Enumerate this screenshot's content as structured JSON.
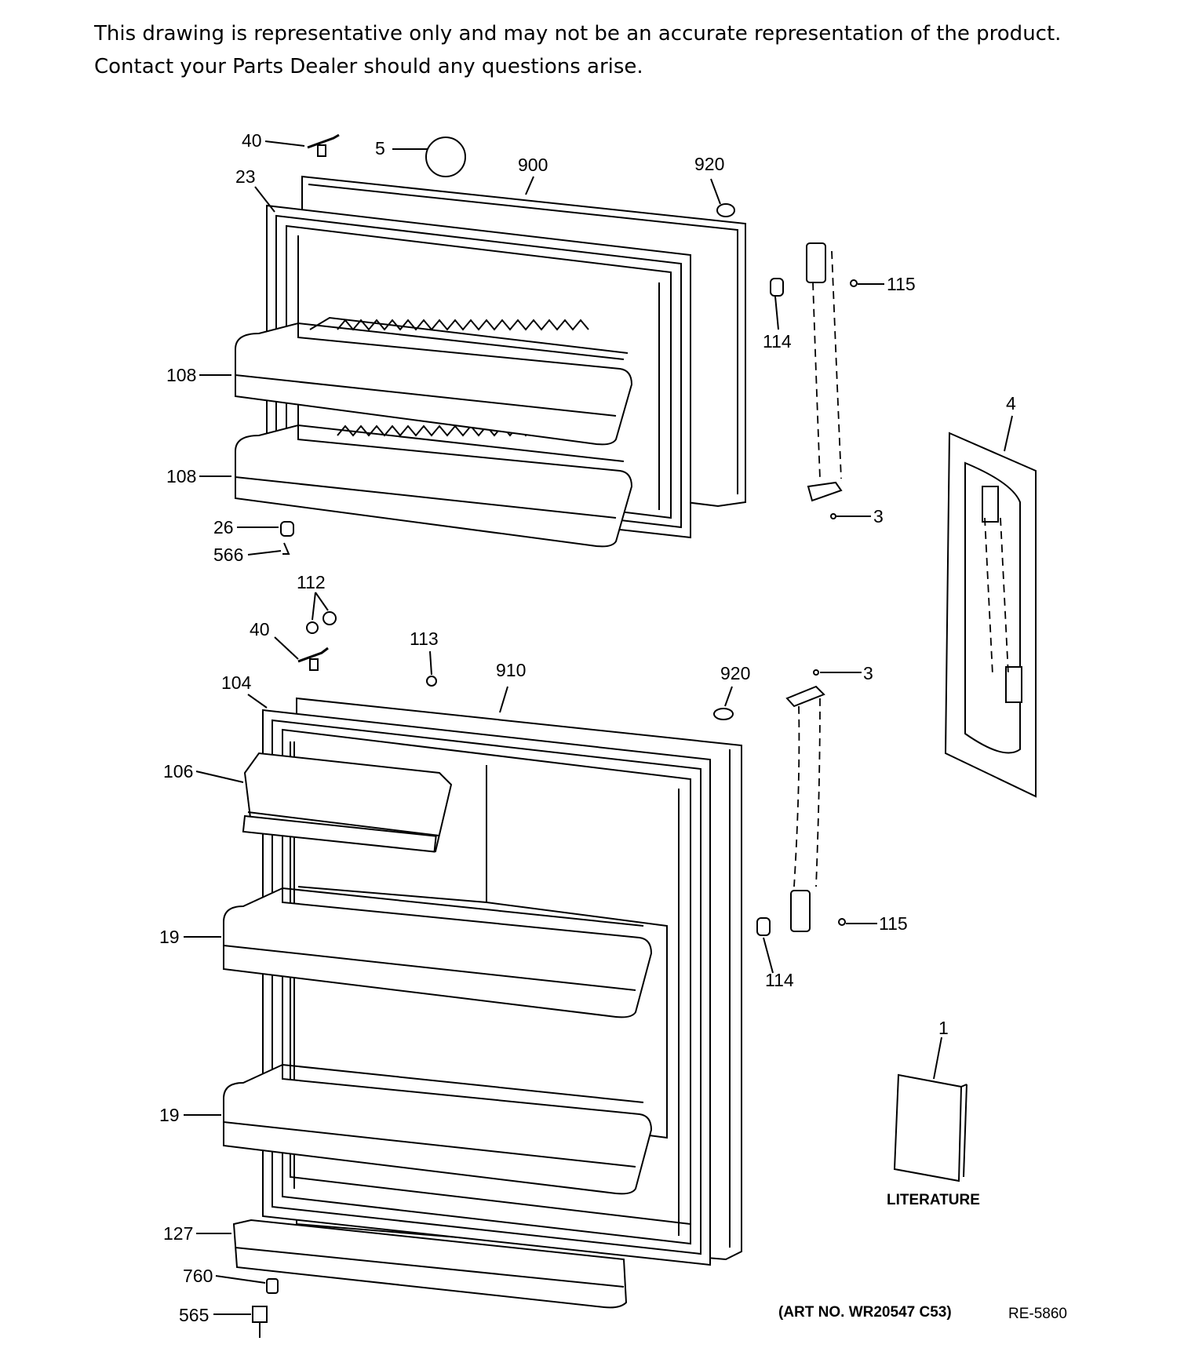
{
  "disclaimer": {
    "line1": "This drawing is representative only and may not be an accurate representation of the product.",
    "line2": "Contact your Parts Dealer should any questions arise."
  },
  "callouts": {
    "c40a": "40",
    "c5": "5",
    "c900": "900",
    "c920a": "920",
    "c23": "23",
    "c115a": "115",
    "c114a": "114",
    "c108a": "108",
    "c108b": "108",
    "c4": "4",
    "c3a": "3",
    "c26": "26",
    "c566": "566",
    "c112": "112",
    "c40b": "40",
    "c113": "113",
    "c910": "910",
    "c920b": "920",
    "c3b": "3",
    "c104": "104",
    "c106": "106",
    "c19a": "19",
    "c115b": "115",
    "c114b": "114",
    "c19b": "19",
    "c1": "1",
    "c127": "127",
    "c760": "760",
    "c565": "565"
  },
  "literature_label": "LITERATURE",
  "art_number": "(ART NO. WR20547 C53)",
  "ref_code": "RE-5860"
}
